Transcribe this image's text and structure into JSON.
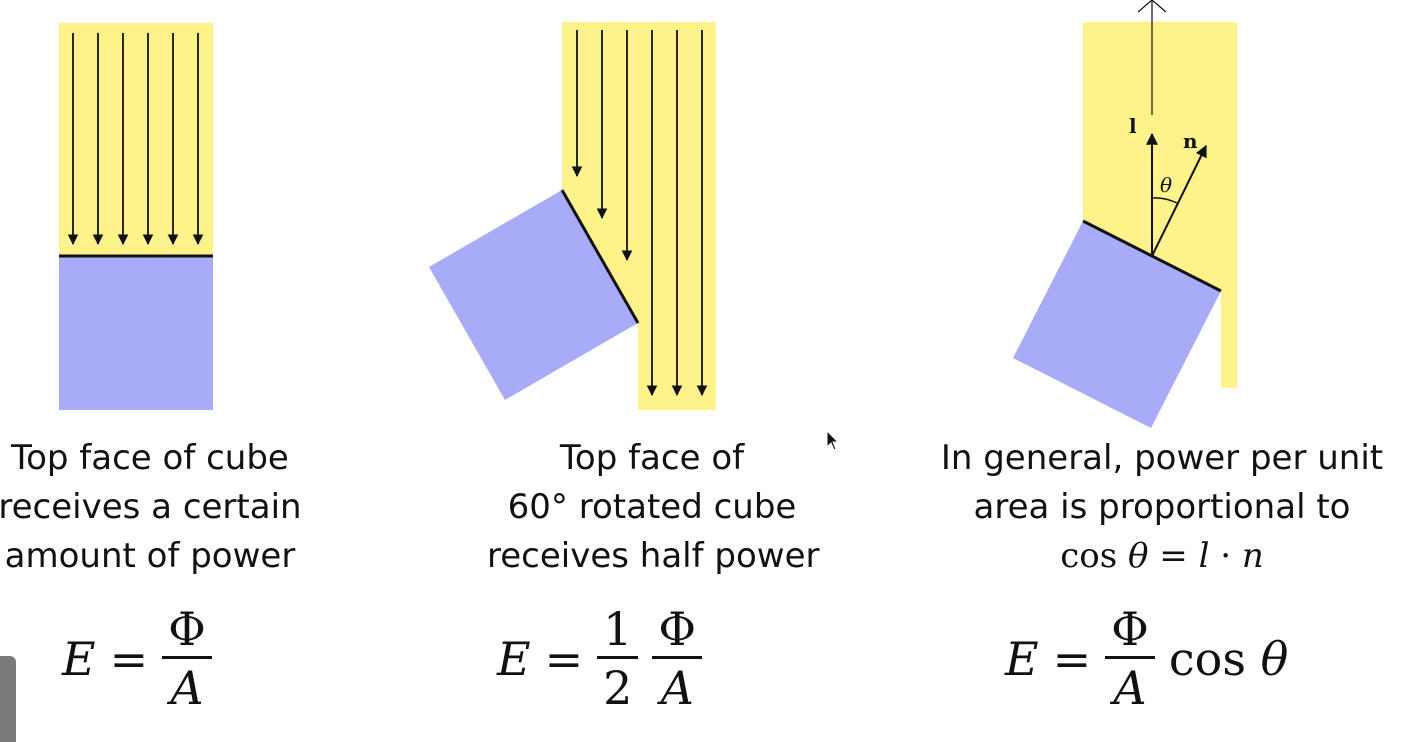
{
  "colors": {
    "light": "#fef38a",
    "cube": "#a8acf8",
    "ink": "#111111"
  },
  "panel1": {
    "caption": [
      "Top face of cube",
      "receives a certain",
      "amount of power"
    ],
    "equation": {
      "lhs": "E",
      "equals": "=",
      "num": "Φ",
      "den": "A"
    }
  },
  "panel2": {
    "caption": [
      "Top face of",
      "60° rotated cube",
      "receives half power"
    ],
    "equation": {
      "lhs": "E",
      "equals": "=",
      "half_num": "1",
      "half_den": "2",
      "num": "Φ",
      "den": "A"
    }
  },
  "panel3": {
    "caption": [
      "In general, power per unit",
      "area is proportional to"
    ],
    "caption_math": {
      "cos": "cos",
      "theta": "θ",
      "eq": " = ",
      "l": "l",
      "dot": " · ",
      "n": "n"
    },
    "labels": {
      "light_vector": "l",
      "normal_vector": "n",
      "angle": "θ"
    },
    "equation": {
      "lhs": "E",
      "equals": "=",
      "num": "Φ",
      "den": "A",
      "cos": "cos",
      "theta": "θ"
    }
  },
  "icons": [
    "arrow-icon",
    "mouse-cursor-icon"
  ]
}
